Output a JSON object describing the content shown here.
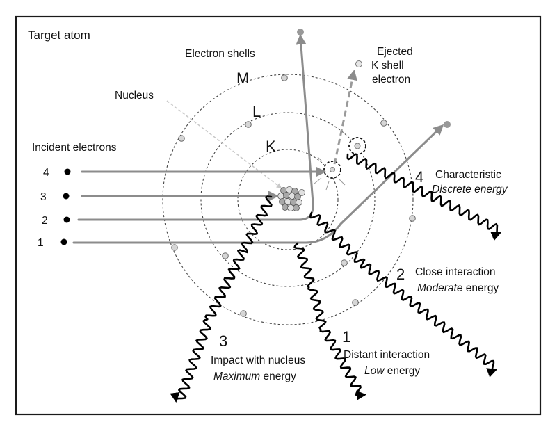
{
  "title": "Target atom",
  "labels": {
    "electron_shells": "Electron shells",
    "nucleus": "Nucleus",
    "incident_electrons": "Incident electrons",
    "ejected_line1": "Ejected",
    "ejected_line2": "K shell",
    "ejected_line3": "electron"
  },
  "shells": [
    "K",
    "L",
    "M"
  ],
  "incident_numbers": [
    "4",
    "3",
    "2",
    "1"
  ],
  "interactions": [
    {
      "number": "4",
      "name": "Characteristic",
      "energy_emph": "Discrete energy",
      "energy_rest": ""
    },
    {
      "number": "2",
      "name": "Close interaction",
      "energy_emph": "Moderate",
      "energy_rest": " energy"
    },
    {
      "number": "1",
      "name": "Distant interaction",
      "energy_emph": "Low",
      "energy_rest": " energy"
    },
    {
      "number": "3",
      "name": "Impact with nucleus",
      "energy_emph": "Maximum",
      "energy_rest": " energy"
    }
  ],
  "colors": {
    "frame": "#1a1a1a",
    "electron_track": "#8c8c8c",
    "photon": "#000000",
    "shell_electron": "#d6d6d6"
  }
}
